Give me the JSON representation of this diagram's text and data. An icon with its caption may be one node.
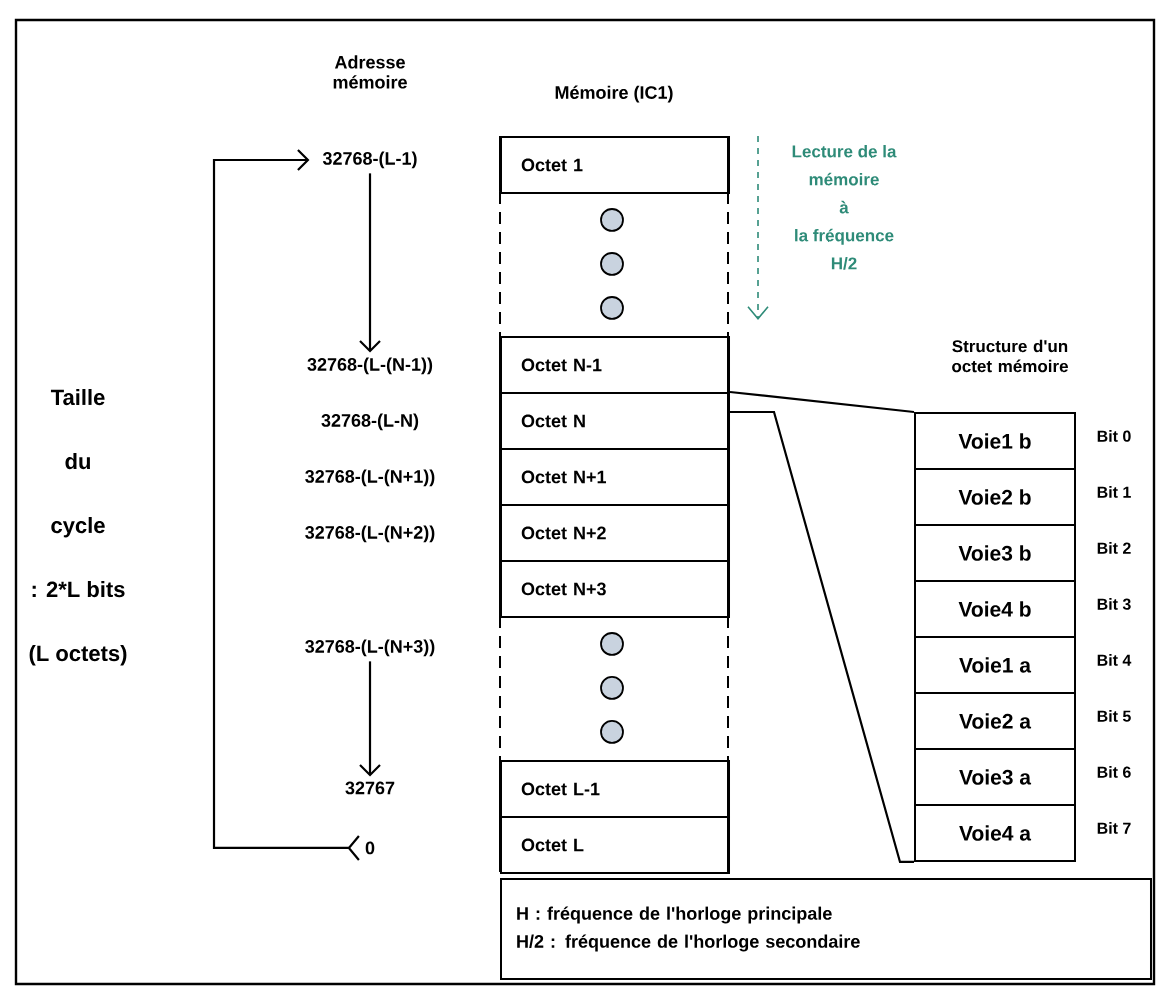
{
  "diagram": {
    "nodes": [
      {
        "text": [
          "Mémoire (IC1)"
        ]
      },
      {
        "text": [
          "Octet 1"
        ],
        "in": 0
      },
      {
        "text": [
          "Octet N-1"
        ],
        "in": 0
      },
      {
        "text": [
          "Octet N"
        ],
        "in": 0
      },
      {
        "text": [
          "Octet N+1"
        ],
        "in": 0
      },
      {
        "text": [
          "Octet N+2"
        ],
        "in": 0
      },
      {
        "text": [
          "Octet N+3"
        ],
        "in": 0
      },
      {
        "text": [
          "Octet L-1"
        ],
        "in": 0
      },
      {
        "text": [
          "Octet L"
        ],
        "in": 0
      },
      {
        "text": [
          "32768-(L-1)"
        ]
      },
      {
        "text": [
          "32768-(L-(N-1))"
        ]
      },
      {
        "text": [
          "32768-(L-(N+3))"
        ]
      },
      {
        "text": [
          "32767"
        ]
      },
      {
        "text": [
          "0"
        ]
      },
      {
        "text": [
          "Structure d'un octet mémoire"
        ]
      },
      {
        "text": [
          "Voie1 b"
        ],
        "in": 14,
        "beside": [
          "Bit 0"
        ]
      },
      {
        "text": [
          "Voie2 b"
        ],
        "in": 14,
        "beside": [
          "Bit 1"
        ]
      },
      {
        "text": [
          "Voie3 b"
        ],
        "in": 14,
        "beside": [
          "Bit 2"
        ]
      },
      {
        "text": [
          "Voie4 b"
        ],
        "in": 14,
        "beside": [
          "Bit 3"
        ]
      },
      {
        "text": [
          "Voie1 a"
        ],
        "in": 14,
        "beside": [
          "Bit 4"
        ]
      },
      {
        "text": [
          "Voie2 a"
        ],
        "in": 14,
        "beside": [
          "Bit 5"
        ]
      },
      {
        "text": [
          "Voie3 a"
        ],
        "in": 14,
        "beside": [
          "Bit 6"
        ]
      },
      {
        "text": [
          "Voie4 a"
        ],
        "in": 14,
        "beside": [
          "Bit 7"
        ]
      },
      {
        "text": [
          "H : fréquence de l'horloge principale",
          "H/2 : fréquence de l'horloge secondaire"
        ]
      }
    ],
    "edges": [
      {
        "from": 13,
        "to": 9,
        "arrow": "to"
      },
      {
        "from": 9,
        "to": 10,
        "arrow": "to"
      },
      {
        "from": 11,
        "to": 12,
        "arrow": "to"
      },
      {
        "from": 3,
        "to": 14,
        "arrow": "none"
      },
      {
        "from": 3,
        "to": 14,
        "arrow": "none"
      }
    ],
    "labels": [
      "Adresse mémoire",
      "Lecture de la mémoire à la fréquence H/2",
      "Taille du cycle : 2*L bits (L octets)",
      "32768-(L-N)",
      "32768-(L-(N+1))",
      "32768-(L-(N+2))"
    ]
  }
}
